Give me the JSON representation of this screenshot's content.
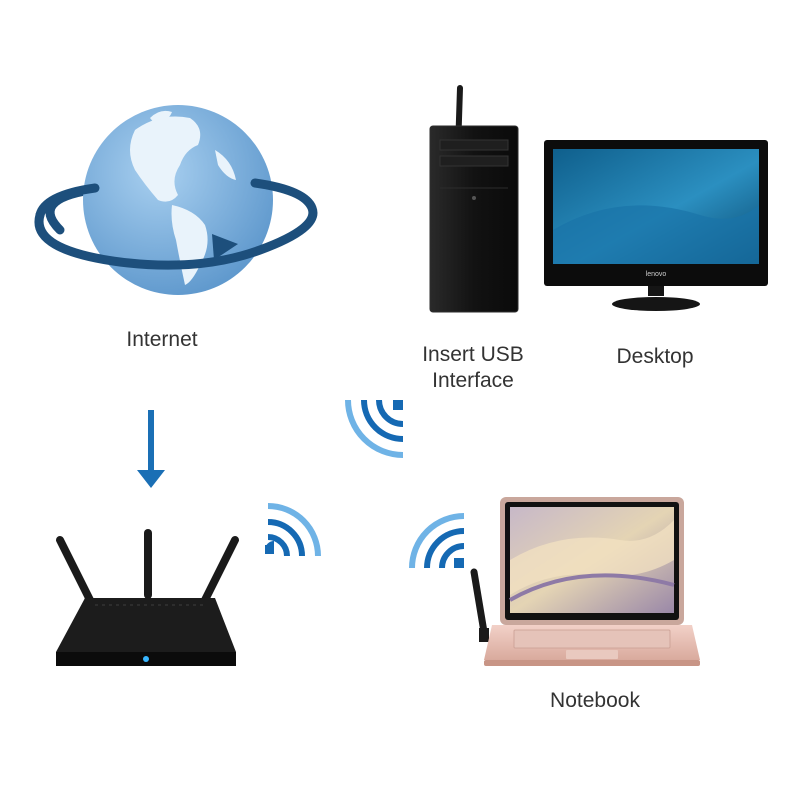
{
  "labels": {
    "internet": "Internet",
    "usb_line1": "Insert USB",
    "usb_line2": "Interface",
    "desktop": "Desktop",
    "notebook": "Notebook"
  },
  "screen_brand": "lenovo",
  "colors": {
    "globe_ocean": "#7fb2df",
    "globe_land": "#e9f3fb",
    "orbit": "#1d4f7c",
    "arrow": "#1a6fb5",
    "wifi_dark": "#1569b3",
    "wifi_light": "#6fb3e6",
    "device_black": "#151515",
    "laptop_body": "#e8bfb5"
  },
  "icons": [
    "globe-icon",
    "arrow-down-icon",
    "wifi-icon",
    "router-icon",
    "pc-tower-icon",
    "monitor-icon",
    "laptop-icon"
  ]
}
